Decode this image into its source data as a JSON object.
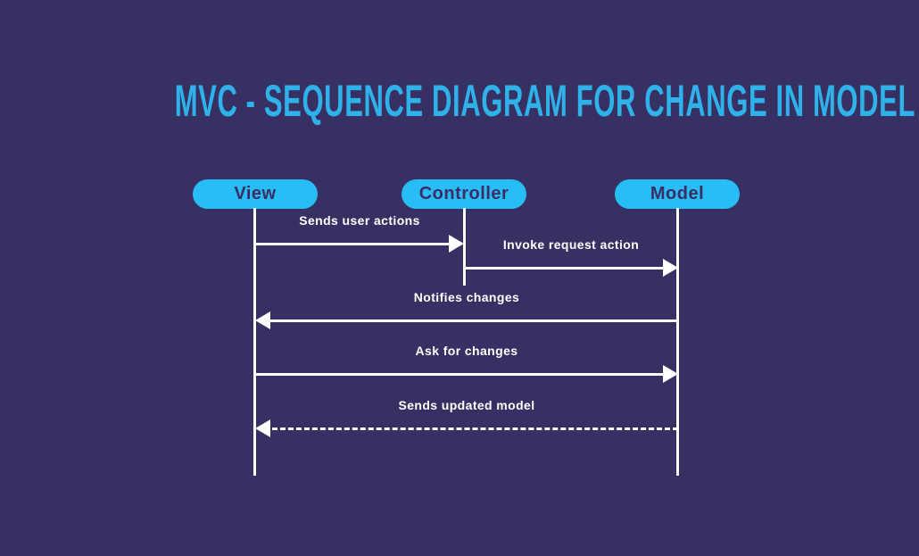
{
  "title": "MVC - SEQUENCE DIAGRAM FOR CHANGE IN MODEL",
  "colors": {
    "background": "#373163",
    "title_text": "#2fb1ea",
    "actor_fill": "#29bdf6",
    "actor_text": "#3b2d63",
    "line": "#ffffff",
    "message_text": "#ffffff"
  },
  "actors": [
    {
      "label": "View"
    },
    {
      "label": "Controller"
    },
    {
      "label": "Model"
    }
  ],
  "messages": [
    {
      "label": "Sends user actions",
      "from": "View",
      "to": "Controller",
      "line": "solid",
      "direction": "right"
    },
    {
      "label": "Invoke request action",
      "from": "Controller",
      "to": "Model",
      "line": "solid",
      "direction": "right"
    },
    {
      "label": "Notifies changes",
      "from": "Model",
      "to": "View",
      "line": "solid",
      "direction": "left"
    },
    {
      "label": "Ask for changes",
      "from": "View",
      "to": "Model",
      "line": "solid",
      "direction": "right"
    },
    {
      "label": "Sends updated model",
      "from": "Model",
      "to": "View",
      "line": "dashed",
      "direction": "left"
    }
  ]
}
